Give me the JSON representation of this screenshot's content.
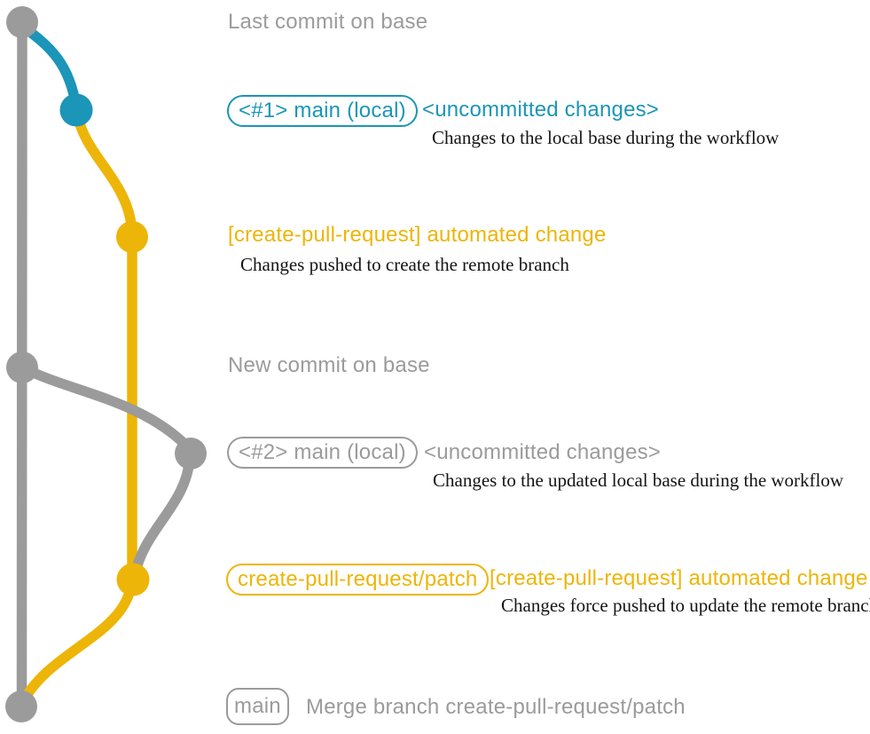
{
  "colors": {
    "gray": "#9b9b9b",
    "blue": "#1b95b8",
    "yellow": "#edb508",
    "note": "#141414",
    "background": "#ffffff"
  },
  "graph": {
    "type": "git-branch-diagram",
    "branches": [
      {
        "name": "base",
        "color": "gray"
      },
      {
        "name": "main (local)",
        "color": "blue then gray"
      },
      {
        "name": "create-pull-request/patch",
        "color": "yellow"
      }
    ],
    "commits": [
      {
        "dot": "gray",
        "label": "Last commit on base"
      },
      {
        "dot": "blue",
        "label": "<#1> main (local) — uncommitted changes"
      },
      {
        "dot": "yellow",
        "label": "[create-pull-request] automated change"
      },
      {
        "dot": "gray",
        "label": "New commit on base"
      },
      {
        "dot": "gray",
        "label": "<#2> main (local) — uncommitted changes"
      },
      {
        "dot": "yellow",
        "label": "create-pull-request/patch — [create-pull-request] automated change"
      },
      {
        "dot": "gray",
        "label": "main — Merge branch create-pull-request/patch"
      }
    ]
  },
  "annotations": {
    "last_commit": "Last commit on base",
    "row1": {
      "badge": "<#1> main (local)",
      "title": "<uncommitted changes>",
      "note": "Changes to the local base during the workflow"
    },
    "row2": {
      "title": "[create-pull-request] automated change",
      "note": "Changes pushed to create the remote branch"
    },
    "new_commit": "New commit on base",
    "row3": {
      "badge": "<#2> main (local)",
      "title": "<uncommitted changes>",
      "note": "Changes to the updated local base during the workflow"
    },
    "row4": {
      "badge": "create-pull-request/patch",
      "title": "[create-pull-request] automated change",
      "note": "Changes force pushed to update the remote branch"
    },
    "row5": {
      "badge": "main",
      "title": "Merge branch create-pull-request/patch"
    }
  }
}
